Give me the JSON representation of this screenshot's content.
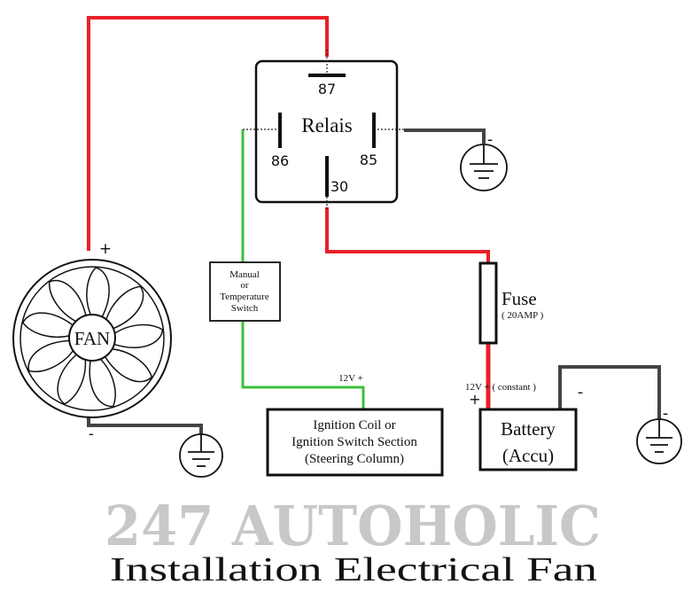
{
  "relay": {
    "title": "Relais",
    "pin87": "87",
    "pin86": "86",
    "pin85": "85",
    "pin30": "30"
  },
  "fan": {
    "label": "FAN",
    "plus": "+",
    "minus": "-"
  },
  "relay_ground": {
    "minus": "-"
  },
  "switch": {
    "line1": "Manual",
    "line2": "or",
    "line3": "Temperature",
    "line4": "Switch"
  },
  "ignition": {
    "supply": "12V +",
    "line1": "Ignition Coil or",
    "line2": "Ignition Switch Section",
    "line3": "(Steering Column)"
  },
  "fuse": {
    "label": "Fuse",
    "rating": "( 20AMP )"
  },
  "battery": {
    "supply": "12V + ( constant )",
    "plus": "+",
    "minus": "-",
    "line1": "Battery",
    "line2": "(Accu)",
    "ground_minus": "-"
  },
  "brand": {
    "watermark": "247 AUTOHOLIC",
    "title": "Installation Electrical Fan"
  },
  "colors": {
    "positive_wire": "#e8202a",
    "switch_wire": "#3cc23c",
    "ground_wire": "#444444",
    "watermark": "#c8c8c8"
  }
}
